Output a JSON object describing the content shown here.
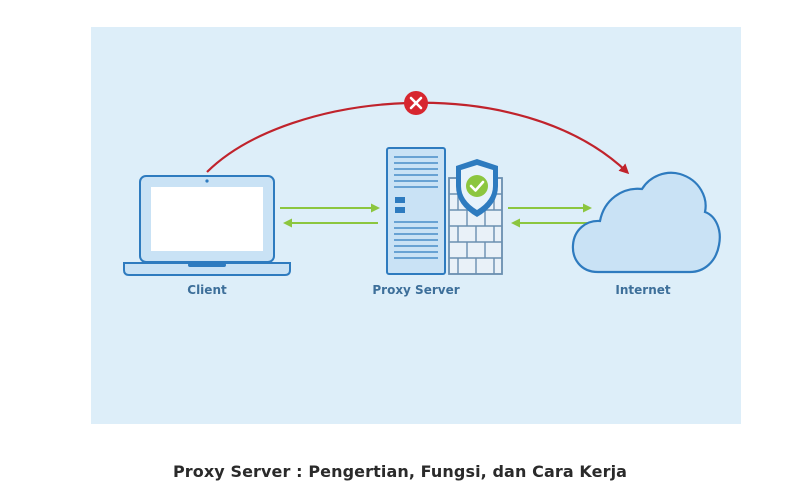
{
  "diagram": {
    "nodes": {
      "client": {
        "label": "Client",
        "icon": "laptop-icon"
      },
      "proxy": {
        "label": "Proxy Server",
        "icon": "server-tower-icon",
        "badge_icon": "shield-check-icon",
        "wall_icon": "firewall-brick-icon"
      },
      "internet": {
        "label": "Internet",
        "icon": "cloud-icon"
      }
    },
    "edges": [
      {
        "from": "client",
        "to": "proxy",
        "style": "double-arrow",
        "color": "#8cc63f"
      },
      {
        "from": "proxy",
        "to": "internet",
        "style": "double-arrow",
        "color": "#8cc63f"
      },
      {
        "from": "client",
        "to": "internet",
        "style": "curved-arrow",
        "color": "#c0232c",
        "blocked_icon": "blocked-x-icon"
      }
    ],
    "colors": {
      "background": "#ddeef9",
      "outline": "#2e7bbf",
      "fill_light": "#c9e2f5",
      "screen": "#ffffff",
      "allowed_arrow": "#8cc63f",
      "blocked_arrow": "#c0232c",
      "shield": "#2e7bbf",
      "check": "#8cc63f",
      "label": "#3d6f9a"
    }
  },
  "caption": "Proxy Server : Pengertian, Fungsi, dan Cara Kerja"
}
